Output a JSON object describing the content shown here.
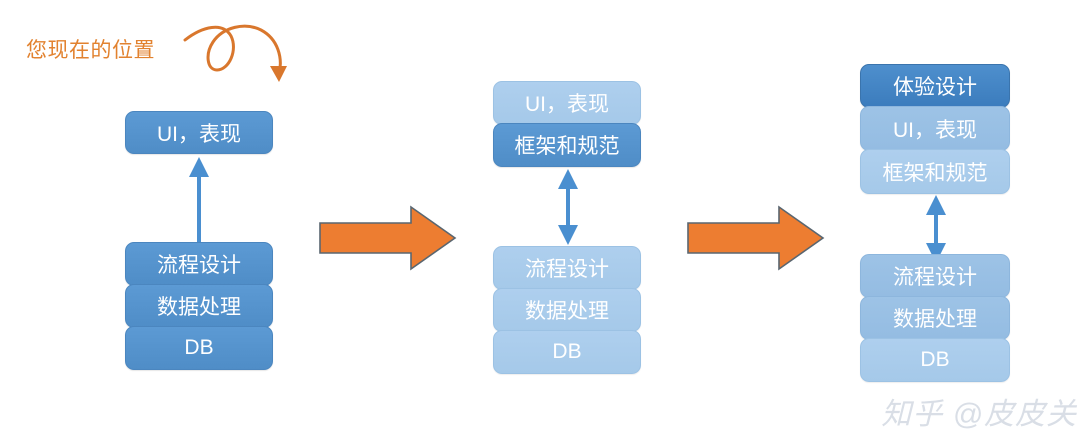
{
  "annotation": {
    "text": "您现在的位置",
    "color": "#E2822F",
    "arrow_icon": "curly-loop-arrow-icon"
  },
  "watermark": {
    "text": "知乎 @皮皮关",
    "color": "#d7dde5"
  },
  "colors": {
    "accent_orange": "#ED7D31",
    "orange_arrow_outline": "#5a6670",
    "blue_dark": "#3b7cbd",
    "blue_mid": "#5291ce",
    "blue_midlight": "#9dc3e6",
    "blue_light": "#aecfee",
    "connector_blue": "#4a8fd0",
    "background": "#ffffff"
  },
  "flow_arrows": [
    {
      "name": "stage-1-to-2",
      "label": ""
    },
    {
      "name": "stage-2-to-3",
      "label": ""
    }
  ],
  "stages": [
    {
      "id": "stage-1",
      "upper": [
        {
          "label": "UI，表现",
          "tone": "tone-mid",
          "highlight": false
        }
      ],
      "connector": "single-up-arrow",
      "lower": [
        {
          "label": "流程设计",
          "tone": "tone-mid",
          "highlight": false
        },
        {
          "label": "数据处理",
          "tone": "tone-mid",
          "highlight": false
        },
        {
          "label": "DB",
          "tone": "tone-mid",
          "highlight": false
        }
      ]
    },
    {
      "id": "stage-2",
      "upper": [
        {
          "label": "UI，表现",
          "tone": "tone-light",
          "highlight": false
        },
        {
          "label": "框架和规范",
          "tone": "tone-mid",
          "highlight": true
        }
      ],
      "connector": "double-arrow",
      "lower": [
        {
          "label": "流程设计",
          "tone": "tone-light",
          "highlight": false
        },
        {
          "label": "数据处理",
          "tone": "tone-light",
          "highlight": false
        },
        {
          "label": "DB",
          "tone": "tone-light",
          "highlight": false
        }
      ]
    },
    {
      "id": "stage-3",
      "upper": [
        {
          "label": "体验设计",
          "tone": "tone-dark",
          "highlight": true
        },
        {
          "label": "UI，表现",
          "tone": "tone-midlight",
          "highlight": false
        },
        {
          "label": "框架和规范",
          "tone": "tone-light",
          "highlight": false
        }
      ],
      "connector": "double-arrow",
      "lower": [
        {
          "label": "流程设计",
          "tone": "tone-midlight",
          "highlight": false
        },
        {
          "label": "数据处理",
          "tone": "tone-midlight",
          "highlight": false
        },
        {
          "label": "DB",
          "tone": "tone-light",
          "highlight": false
        }
      ]
    }
  ]
}
